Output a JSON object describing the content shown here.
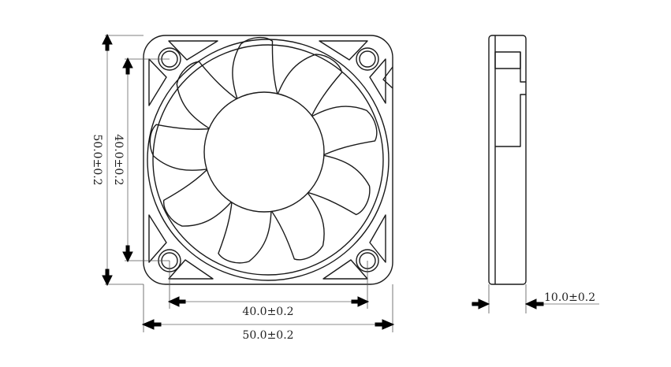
{
  "dimensions": {
    "inner_horizontal": "40.0±0.2",
    "outer_horizontal": "50.0±0.2",
    "inner_vertical": "40.0±0.2",
    "outer_vertical": "50.0±0.2",
    "thickness": "10.0±0.2"
  }
}
